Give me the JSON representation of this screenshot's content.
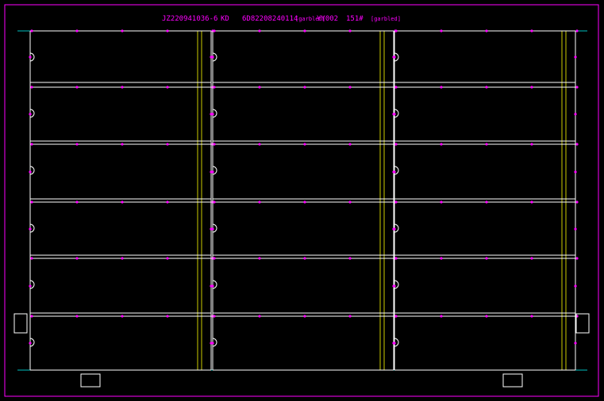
{
  "title_block": {
    "job_code": "JZ220941036-6",
    "marker": "KD",
    "order_no": "6D82208240114",
    "order_suffix": "[garbled]",
    "style_code": "YY002",
    "size_code": "151#",
    "note": "[garbled]"
  },
  "layout": {
    "columns": 3,
    "rows": 6
  },
  "colors": {
    "background": "#000000",
    "border": "#ff00ff",
    "annotation": "#ff00ff",
    "outline": "#ffffff",
    "seam": "#ffff00",
    "centerline": "#00ffff"
  }
}
